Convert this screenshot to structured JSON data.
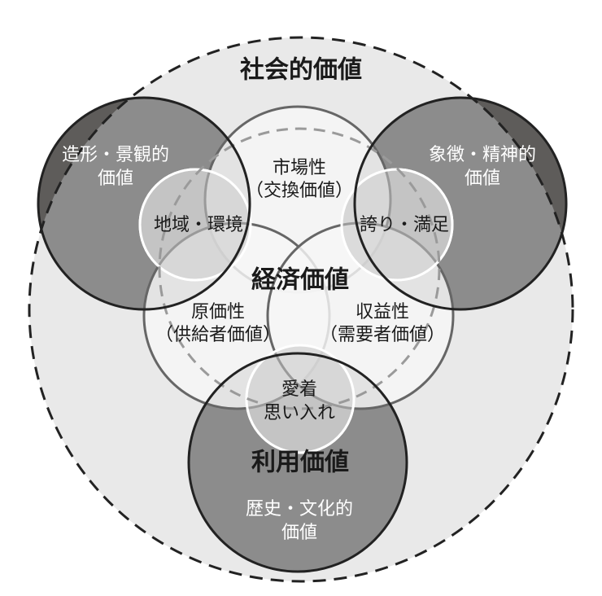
{
  "outer": {
    "label": "社会的価値"
  },
  "economic": {
    "label": "経済価値"
  },
  "use": {
    "label": "利用価値",
    "sub_line1": "歴史・文化的",
    "sub_line2": "価値"
  },
  "market": {
    "line1": "市場性",
    "line2": "（交換価値）"
  },
  "cost": {
    "line1": "原価性",
    "line2": "（供給者価値）"
  },
  "profit": {
    "line1": "収益性",
    "line2": "（需要者価値）"
  },
  "formal": {
    "line1": "造形・景観的",
    "line2": "価値"
  },
  "symbolic": {
    "line1": "象徴・精神的",
    "line2": "価値"
  },
  "region": {
    "label": "地域・環境"
  },
  "pride": {
    "label": "誇り・満足"
  },
  "attachment": {
    "line1": "愛着",
    "line2": "思い入れ"
  },
  "colors": {
    "outer_fill": "#e9e9e9",
    "dark_fill": "#8c8c8c",
    "dark_overlap": "#5e5c5a",
    "mid_fill": "#c4c4c4",
    "light_fill": "#f7f7f7",
    "stroke": "#222222"
  }
}
